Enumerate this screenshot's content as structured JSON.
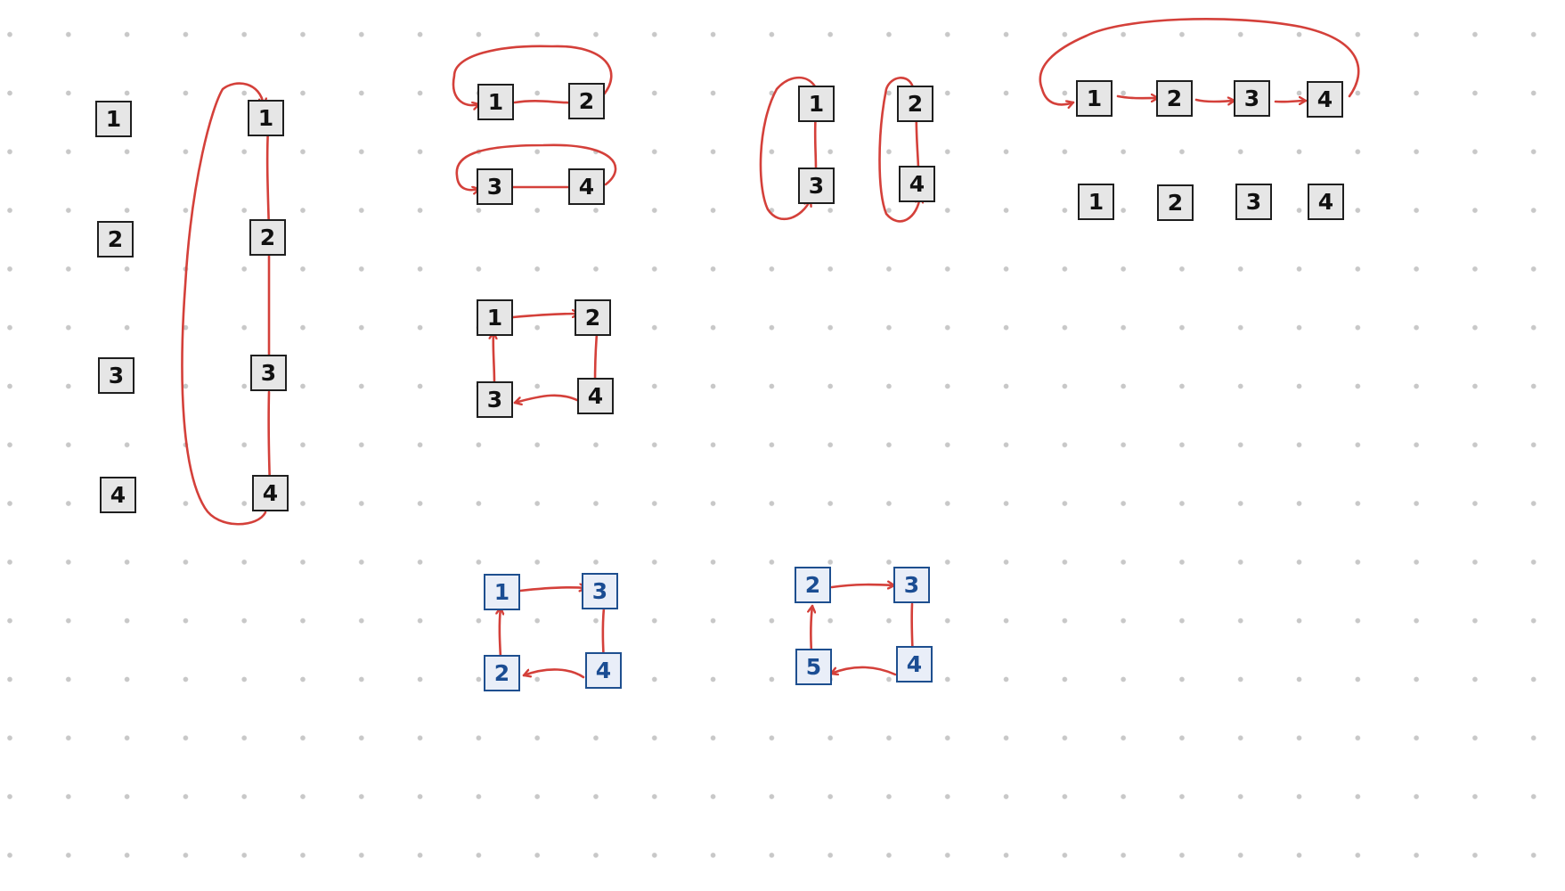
{
  "diagram": {
    "colors": {
      "arrow": "#d4403a",
      "gray_box_border": "#1f1f1f",
      "blue_box_border": "#1e4f8f",
      "blue_text": "#1b4d93",
      "dot_grid": "#c8c8c8"
    },
    "groups": [
      {
        "id": "g1",
        "style": "gray",
        "nodes": [
          "1",
          "2",
          "3",
          "4"
        ],
        "links": []
      },
      {
        "id": "g2",
        "style": "gray",
        "nodes": [
          "1",
          "2",
          "3",
          "4"
        ],
        "links": [
          [
            "1",
            "2"
          ],
          [
            "2",
            "3"
          ],
          [
            "3",
            "4"
          ],
          [
            "4",
            "1"
          ]
        ]
      },
      {
        "id": "g3",
        "style": "gray",
        "nodes": [
          "1",
          "2"
        ],
        "links": [
          [
            "1",
            "2"
          ],
          [
            "2",
            "1"
          ]
        ]
      },
      {
        "id": "g4",
        "style": "gray",
        "nodes": [
          "3",
          "4"
        ],
        "links": [
          [
            "3",
            "4"
          ],
          [
            "4",
            "3"
          ]
        ]
      },
      {
        "id": "g5",
        "style": "gray",
        "nodes": [
          "1",
          "2",
          "3",
          "4"
        ],
        "links": [
          [
            "1",
            "2"
          ],
          [
            "2",
            "4"
          ],
          [
            "4",
            "3"
          ],
          [
            "3",
            "1"
          ]
        ]
      },
      {
        "id": "g6",
        "style": "blue",
        "nodes": [
          "1",
          "3",
          "2",
          "4"
        ],
        "links": [
          [
            "1",
            "3"
          ],
          [
            "3",
            "4"
          ],
          [
            "4",
            "2"
          ],
          [
            "2",
            "1"
          ]
        ]
      },
      {
        "id": "g7",
        "style": "gray",
        "nodes": [
          "1",
          "3"
        ],
        "links": [
          [
            "3",
            "1"
          ],
          [
            "1",
            "3"
          ]
        ]
      },
      {
        "id": "g8",
        "style": "gray",
        "nodes": [
          "2",
          "4"
        ],
        "links": [
          [
            "4",
            "2"
          ],
          [
            "2",
            "4"
          ]
        ]
      },
      {
        "id": "g9",
        "style": "blue",
        "nodes": [
          "2",
          "3",
          "5",
          "4"
        ],
        "links": [
          [
            "2",
            "3"
          ],
          [
            "3",
            "4"
          ],
          [
            "4",
            "5"
          ],
          [
            "5",
            "2"
          ]
        ]
      },
      {
        "id": "g10",
        "style": "gray",
        "nodes": [
          "1",
          "2",
          "3",
          "4"
        ],
        "links": [
          [
            "1",
            "2"
          ],
          [
            "2",
            "3"
          ],
          [
            "3",
            "4"
          ],
          [
            "4",
            "1"
          ]
        ]
      },
      {
        "id": "g11",
        "style": "gray",
        "nodes": [
          "1",
          "2",
          "3",
          "4"
        ],
        "links": []
      }
    ]
  }
}
